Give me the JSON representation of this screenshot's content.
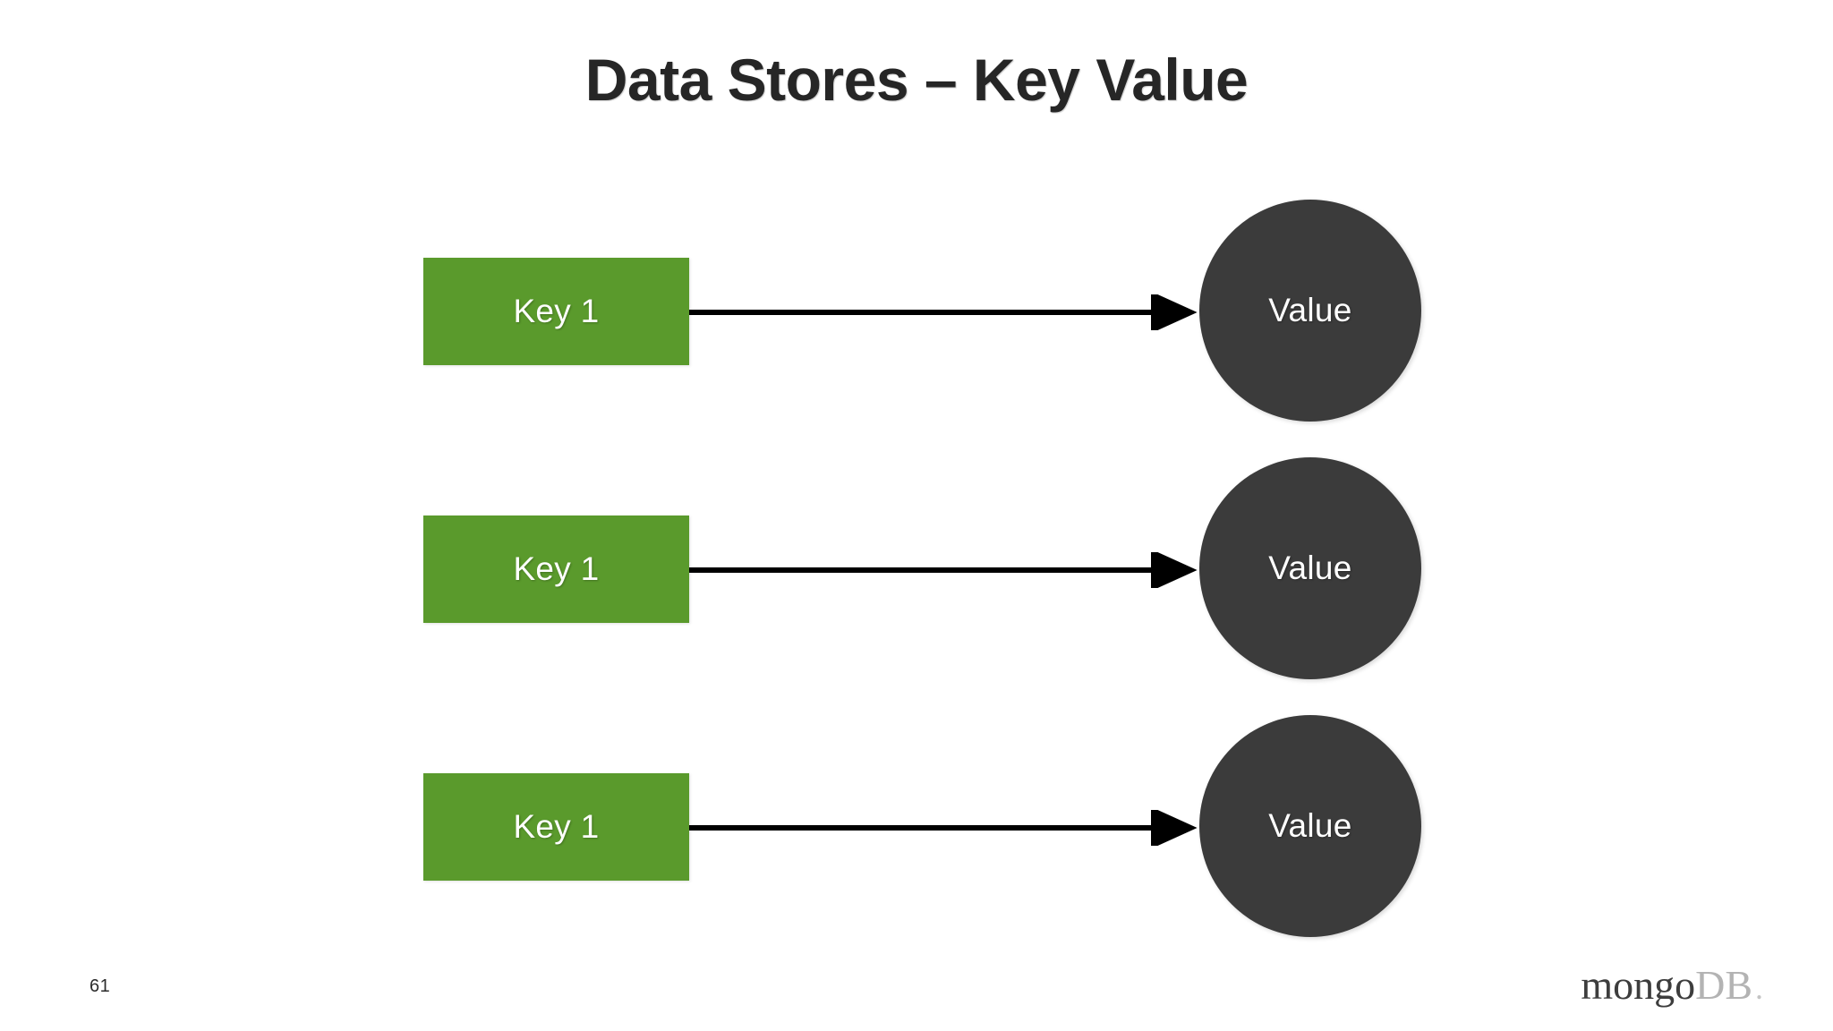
{
  "slide": {
    "title": "Data Stores – Key Value",
    "page_number": "61",
    "background_color": "#ffffff",
    "title_color": "#262626"
  },
  "brand": {
    "mongo_text": "mongo",
    "db_text": "DB",
    "dot_text": ".",
    "mongo_color": "#3d3d3d",
    "db_color": "#b3b3b3"
  },
  "diagram": {
    "type": "key-value-mapping",
    "key_color": "#5a9a2c",
    "value_color": "#3b3b3b",
    "arrow_color": "#000000",
    "rows": [
      {
        "key_label": "Key 1",
        "value_label": "Value"
      },
      {
        "key_label": "Key 1",
        "value_label": "Value"
      },
      {
        "key_label": "Key 1",
        "value_label": "Value"
      }
    ]
  }
}
